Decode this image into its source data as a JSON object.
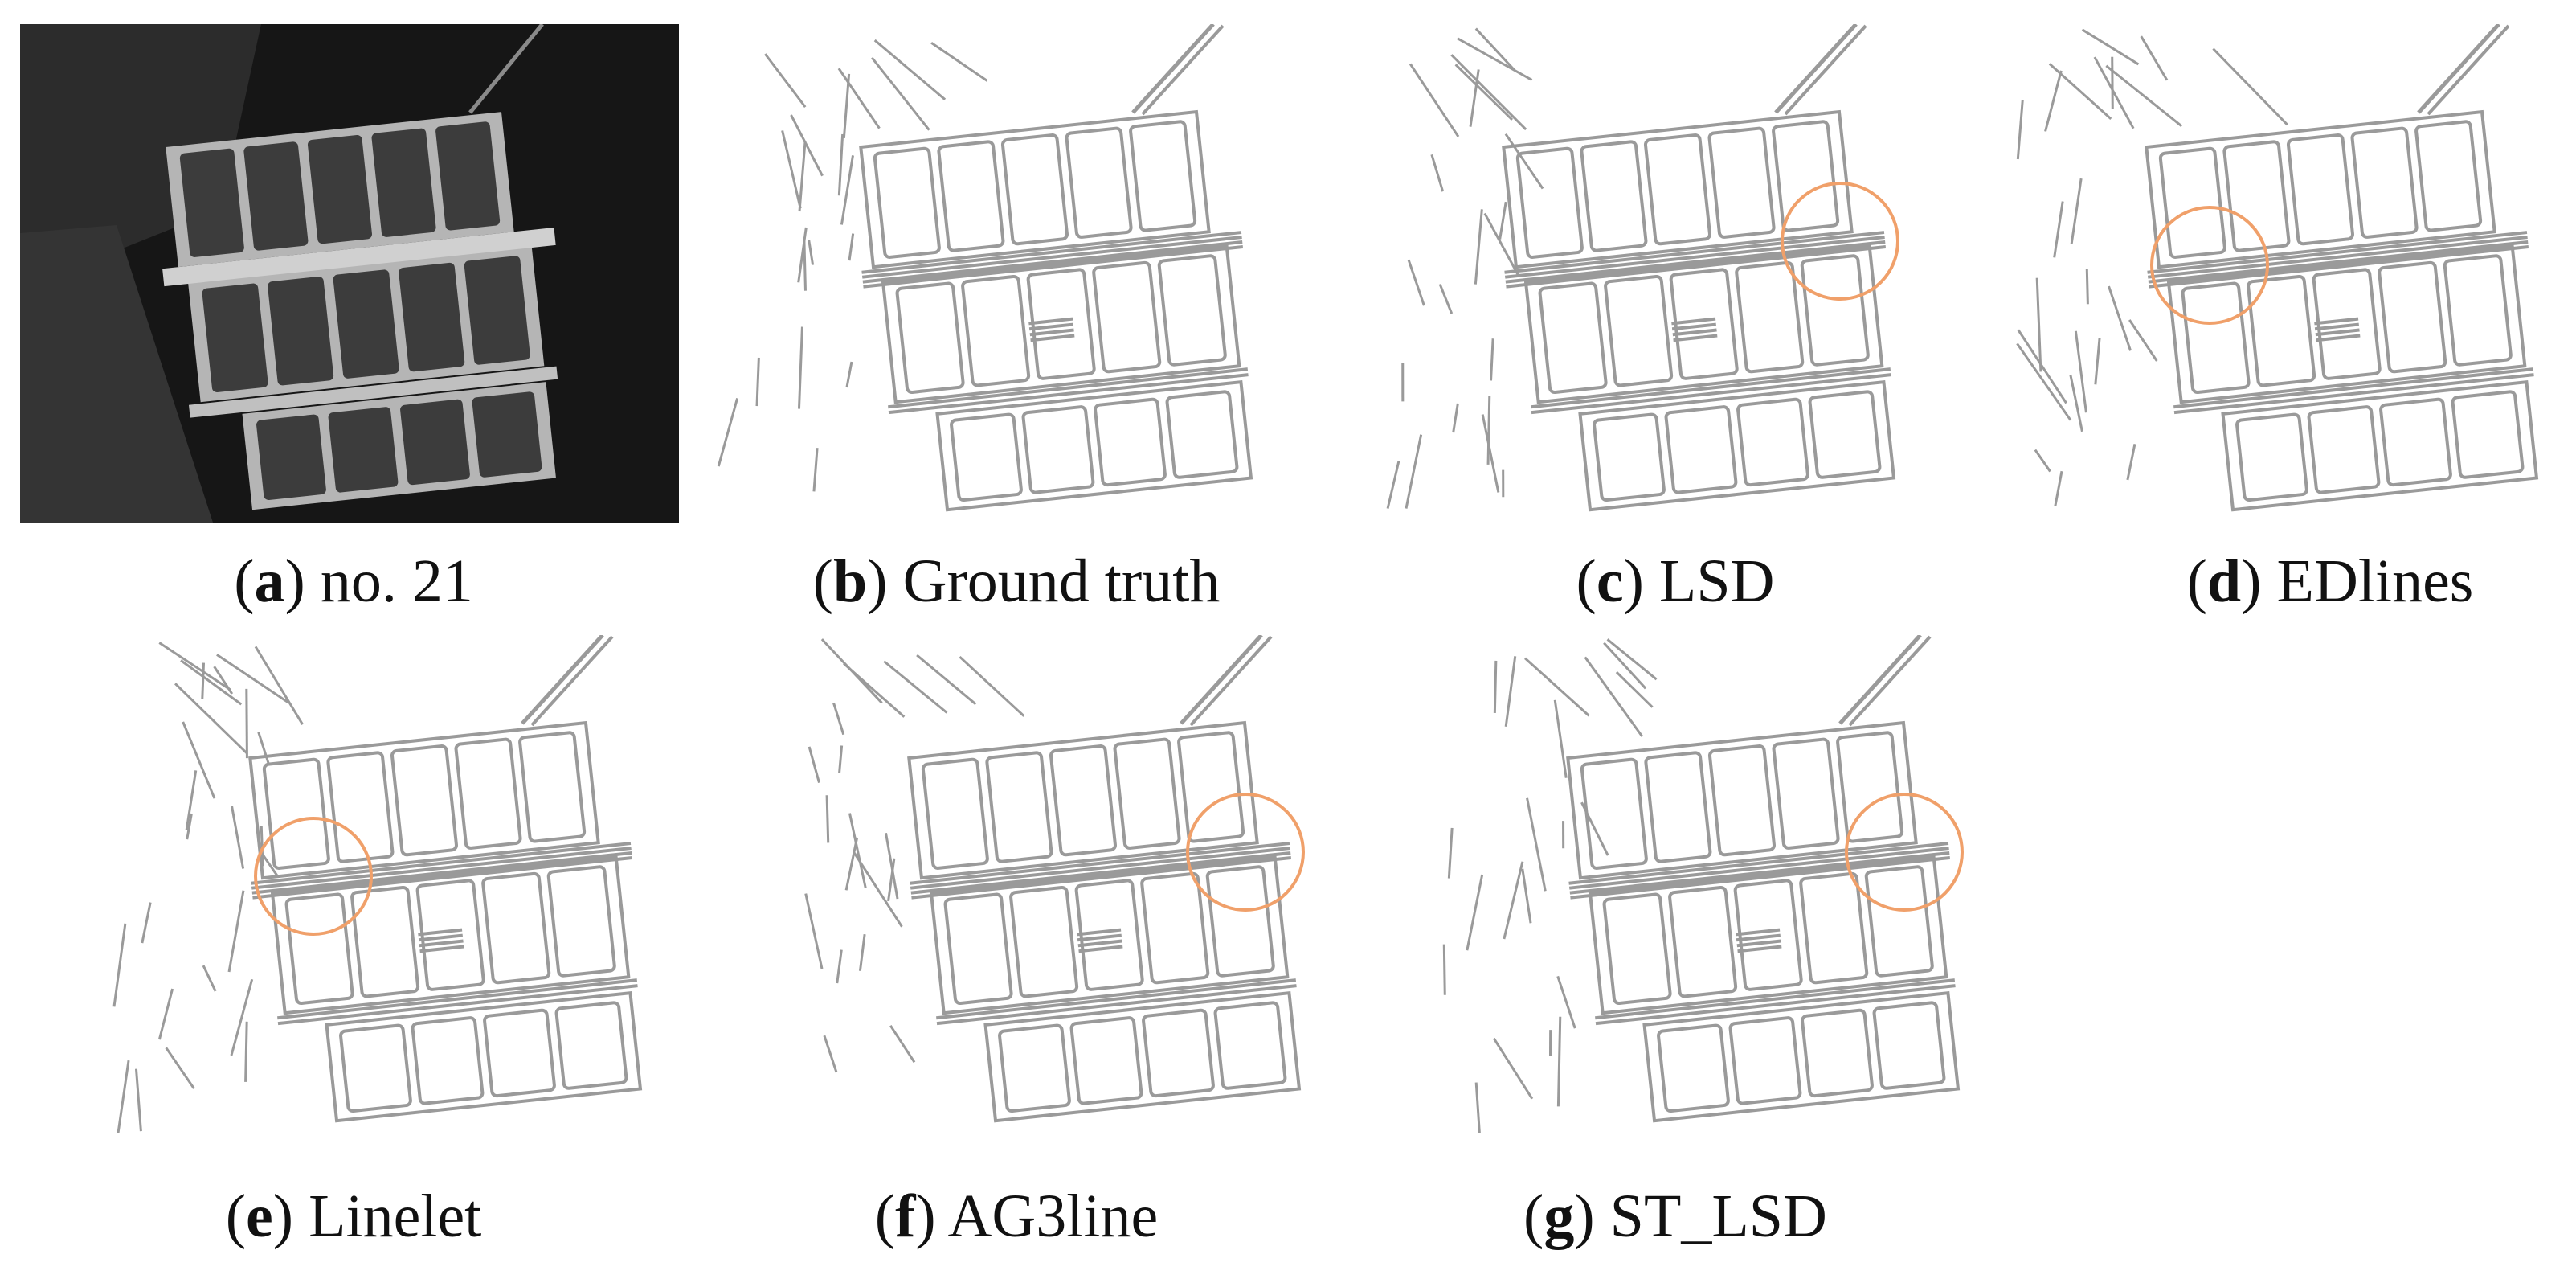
{
  "figure": {
    "panels": [
      {
        "letter": "a",
        "label": "no. 21",
        "kind": "photo"
      },
      {
        "letter": "b",
        "label": "Ground truth",
        "kind": "lines",
        "circle": null
      },
      {
        "letter": "c",
        "label": "LSD",
        "kind": "lines",
        "circle": "right"
      },
      {
        "letter": "d",
        "label": "EDlines",
        "kind": "lines",
        "circle": "left"
      },
      {
        "letter": "e",
        "label": "Linelet",
        "kind": "lines",
        "circle": "left"
      },
      {
        "letter": "f",
        "label": "AG3line",
        "kind": "lines",
        "circle": "right"
      },
      {
        "letter": "g",
        "label": "ST_LSD",
        "kind": "lines",
        "circle": "right"
      }
    ],
    "colors": {
      "line": "#9a9a9a",
      "circle": "#f0a06a",
      "photo_bg": "#161616",
      "panel_metal": "#b5b5b5",
      "cell": "#3c3c3c"
    }
  }
}
